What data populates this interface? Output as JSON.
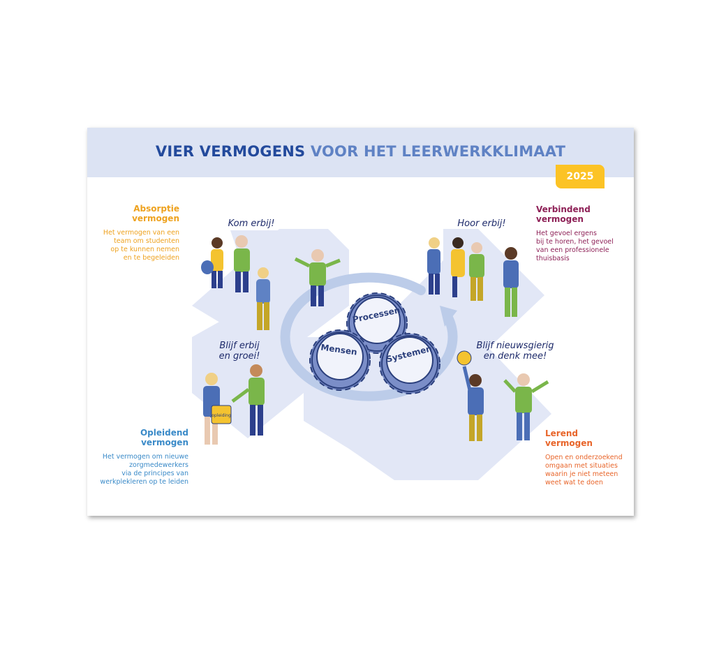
{
  "title": {
    "part1": "VIER VERMOGENS",
    "part2": "VOOR HET LEERWERKKLIMAAT"
  },
  "year": "2025",
  "colors": {
    "orange": "#eea21f",
    "purple": "#8e2157",
    "blue": "#3a8ac8",
    "red_orange": "#e8652a",
    "title_dark": "#234a9c",
    "title_light": "#5f82c4",
    "accent_yellow": "#fcc325"
  },
  "quadrants": {
    "top_left": {
      "heading_1": "Absorptie",
      "heading_2": "vermogen",
      "lines": [
        "Het vermogen van een",
        "team om studenten",
        "op te kunnen nemen",
        "en te begeleiden"
      ]
    },
    "top_right": {
      "heading_1": "Verbindend",
      "heading_2": "vermogen",
      "lines": [
        "Het gevoel ergens",
        "bij te horen, het gevoel",
        "van een professionele",
        "thuisbasis"
      ]
    },
    "bottom_left": {
      "heading_1": "Opleidend",
      "heading_2": "vermogen",
      "lines": [
        "Het vermogen om nieuwe",
        "zorgmedewerkers",
        "via de principes van",
        "werkplekleren op te leiden"
      ]
    },
    "bottom_right": {
      "heading_1": "Lerend",
      "heading_2": "vermogen",
      "lines": [
        "Open en onderzoekend",
        "omgaan met situaties",
        "waarin je niet meteen",
        "weet wat te doen"
      ]
    }
  },
  "speech": {
    "kom": "Kom erbij!",
    "hoor": "Hoor erbij!",
    "blijf_1": "Blijf erbij",
    "blijf_2": "en groei!",
    "nieuws_1": "Blijf nieuwsgierig",
    "nieuws_2": "en denk mee!"
  },
  "gears": {
    "top": "Processen",
    "left": "Mensen",
    "right": "Systemen"
  },
  "bag_label": "opleiding"
}
